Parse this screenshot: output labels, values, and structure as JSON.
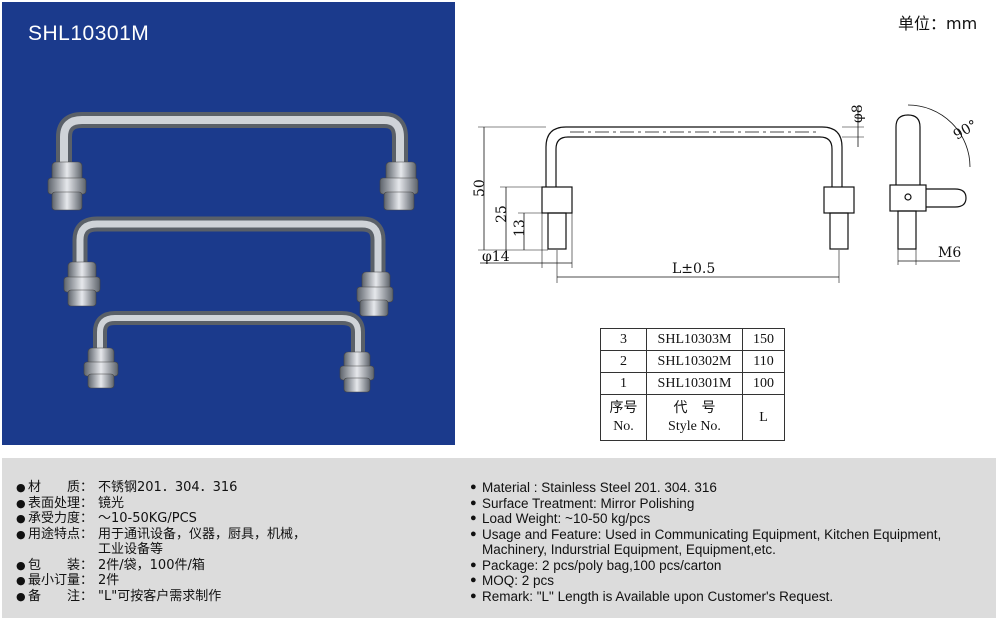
{
  "photo": {
    "title": "SHL10301M"
  },
  "unit_label": "单位：mm",
  "drawing": {
    "dim_phi8": "φ8",
    "dim_90": "90°",
    "dim_50": "50",
    "dim_25": "25",
    "dim_13": "13",
    "dim_phi14": "φ14",
    "dim_length": "L±0.5",
    "dim_m6": "M6"
  },
  "table": {
    "rows": [
      {
        "index": "3",
        "code": "SHL10303M",
        "length": "150"
      },
      {
        "index": "2",
        "code": "SHL10302M",
        "length": "110"
      },
      {
        "index": "1",
        "code": "SHL10301M",
        "length": "100"
      }
    ],
    "header": {
      "index_cn": "序号",
      "index_en": "No.",
      "code_cn": "代　号",
      "code_en": "Style No.",
      "length": "L"
    }
  },
  "specs_cn": [
    {
      "bullet": "●",
      "label": "材　　质：",
      "value": "不锈钢201．304．316"
    },
    {
      "bullet": "●",
      "label": "表面处理：",
      "value": "镜光"
    },
    {
      "bullet": "●",
      "label": "承受力度：",
      "value": "～10-50KG/PCS"
    },
    {
      "bullet": "●",
      "label": "用途特点：",
      "value": "用于通讯设备，仪器，厨具，机械，\n工业设备等"
    },
    {
      "bullet": "●",
      "label": "包　　装：",
      "value": "2件/袋，100件/箱"
    },
    {
      "bullet": "●",
      "label": "最小订量：",
      "value": "2件"
    },
    {
      "bullet": "●",
      "label": "备　　注：",
      "value": "\"L\"可按客户需求制作"
    }
  ],
  "specs_en": [
    {
      "bullet": "●",
      "text": "Material : Stainless Steel 201. 304. 316"
    },
    {
      "bullet": "●",
      "text": "Surface Treatment: Mirror Polishing"
    },
    {
      "bullet": "●",
      "text": "Load Weight: ~10-50 kg/pcs"
    },
    {
      "bullet": "●",
      "text": "Usage and Feature: Used in Communicating Equipment, Kitchen Equipment, Machinery, Indurstrial Equipment, Equipment,etc."
    },
    {
      "bullet": "●",
      "text": "Package: 2 pcs/poly bag,100 pcs/carton"
    },
    {
      "bullet": "●",
      "text": "MOQ: 2 pcs"
    },
    {
      "bullet": "●",
      "text": "Remark: \"L\" Length is Available upon Customer's Request."
    }
  ],
  "colors": {
    "panel_bg": "#1b3a8c",
    "info_bg": "#dcdcdc",
    "steel": "#b8bcc2"
  }
}
